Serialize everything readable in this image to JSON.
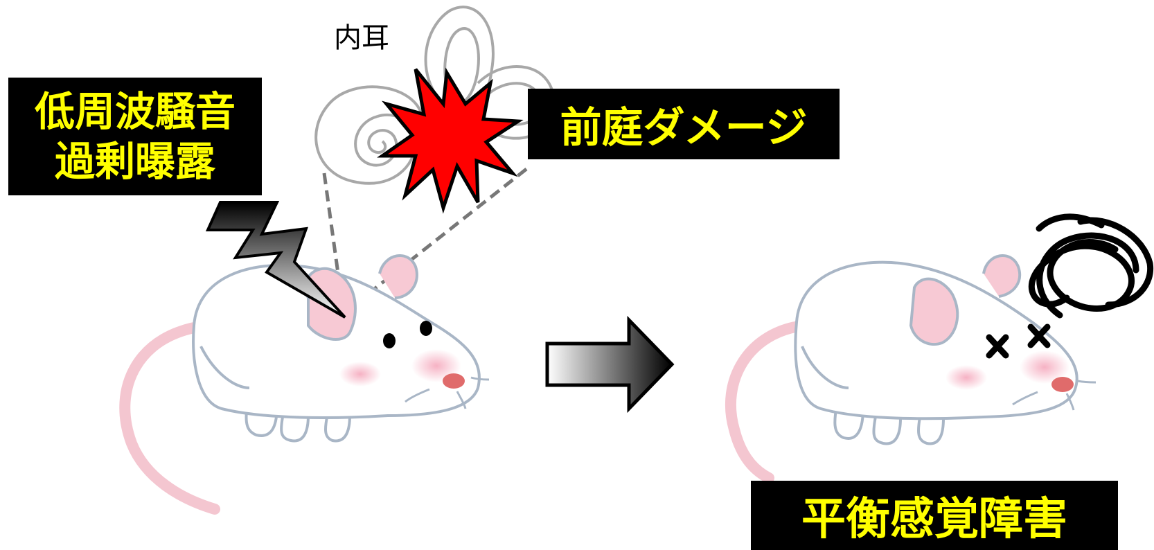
{
  "labels": {
    "inner_ear": "内耳",
    "noise_line1": "低周波騒音",
    "noise_line2": "過剰曝露",
    "vestibular_damage": "前庭ダメージ",
    "balance_disorder": "平衡感覚障害"
  },
  "colors": {
    "label_background": "#000000",
    "label_text": "#ffff00",
    "burst": "#ff0000",
    "mouse_outline": "#a9b6c6",
    "mouse_ear": "#f7c9d4",
    "mouse_tail": "#f4c6d0",
    "cochlea_stroke": "#a8a8a8"
  }
}
